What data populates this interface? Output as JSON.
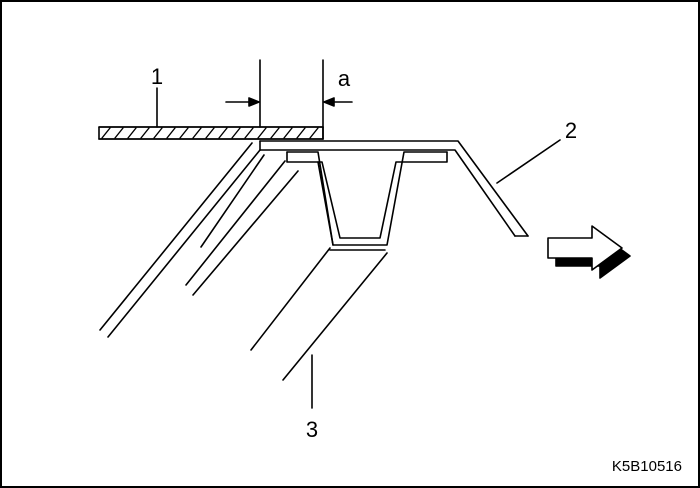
{
  "callouts": {
    "part_1": "1",
    "part_2": "2",
    "part_3": "3",
    "dimension_a": "a"
  },
  "figure_code": "K5B10516",
  "colors": {
    "line": "#000000",
    "background": "#ffffff"
  },
  "icons": {
    "direction_arrow": "hollow-right-arrow-icon"
  }
}
